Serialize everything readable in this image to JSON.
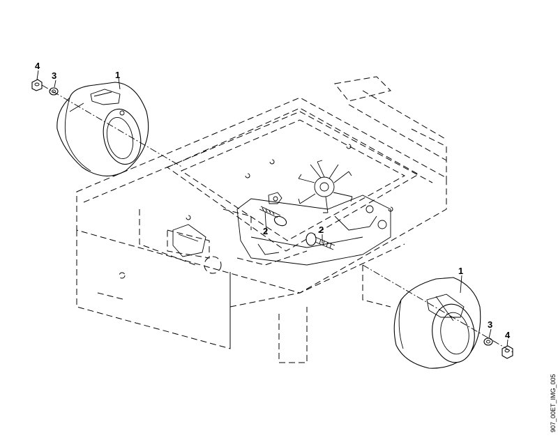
{
  "diagram": {
    "callouts": {
      "part_1_upper": "1",
      "part_1_lower": "1",
      "part_2_left": "2",
      "part_2_right": "2",
      "part_3_upper": "3",
      "part_3_lower": "3",
      "part_4_upper": "4",
      "part_4_lower": "4"
    },
    "reference_code": "907_00ET_IMG_005",
    "colors": {
      "line": "#000000",
      "background": "#ffffff"
    }
  }
}
